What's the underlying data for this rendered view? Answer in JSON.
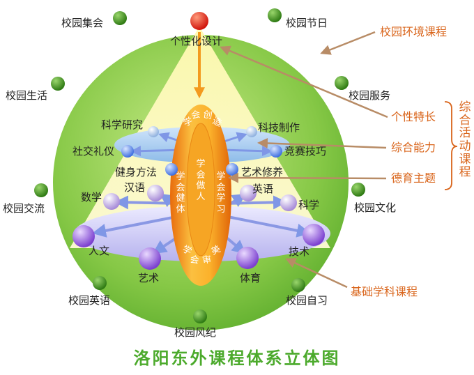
{
  "title": "洛阳东外课程体系立体图",
  "apex": "个性化设计",
  "outer_ring": [
    "校园集会",
    "校园节日",
    "校园服务",
    "校园文化",
    "校园自习",
    "校园风纪",
    "校园英语",
    "校园交流",
    "校园生活"
  ],
  "side_labels": {
    "environment": "校园环境课程",
    "personality": "个性特长",
    "ability": "综合能力",
    "moral": "德育主题",
    "basic": "基础学科课程",
    "bracket_vertical": "综合活动课程"
  },
  "upper_disc": [
    "科学研究",
    "科技制作",
    "社交礼仪",
    "竞赛技巧",
    "健身方法",
    "艺术修养"
  ],
  "lower_disc_small": [
    "数学",
    "汉语",
    "英语",
    "科学"
  ],
  "lower_disc_large": [
    "人文",
    "艺术",
    "体育",
    "技术"
  ],
  "center_column": {
    "top": "学会创造",
    "left": "学会健体",
    "middle": "学会做人",
    "right": "学会学习",
    "bottom": "学会审美"
  },
  "colors": {
    "outer_green": "#7cc442",
    "ball_green": "#3f8f1f",
    "apex_red": "#e0231a",
    "orange_column": "#f39a1e",
    "upper_disc": "#a9cdf0",
    "lower_disc": "#c9c7f2",
    "purple_ball": "#8e57d8",
    "blue_ball": "#5a84e6",
    "arrow_brown": "#b88c66",
    "label_orange": "#d9641a",
    "title_green": "#4caa2c"
  }
}
